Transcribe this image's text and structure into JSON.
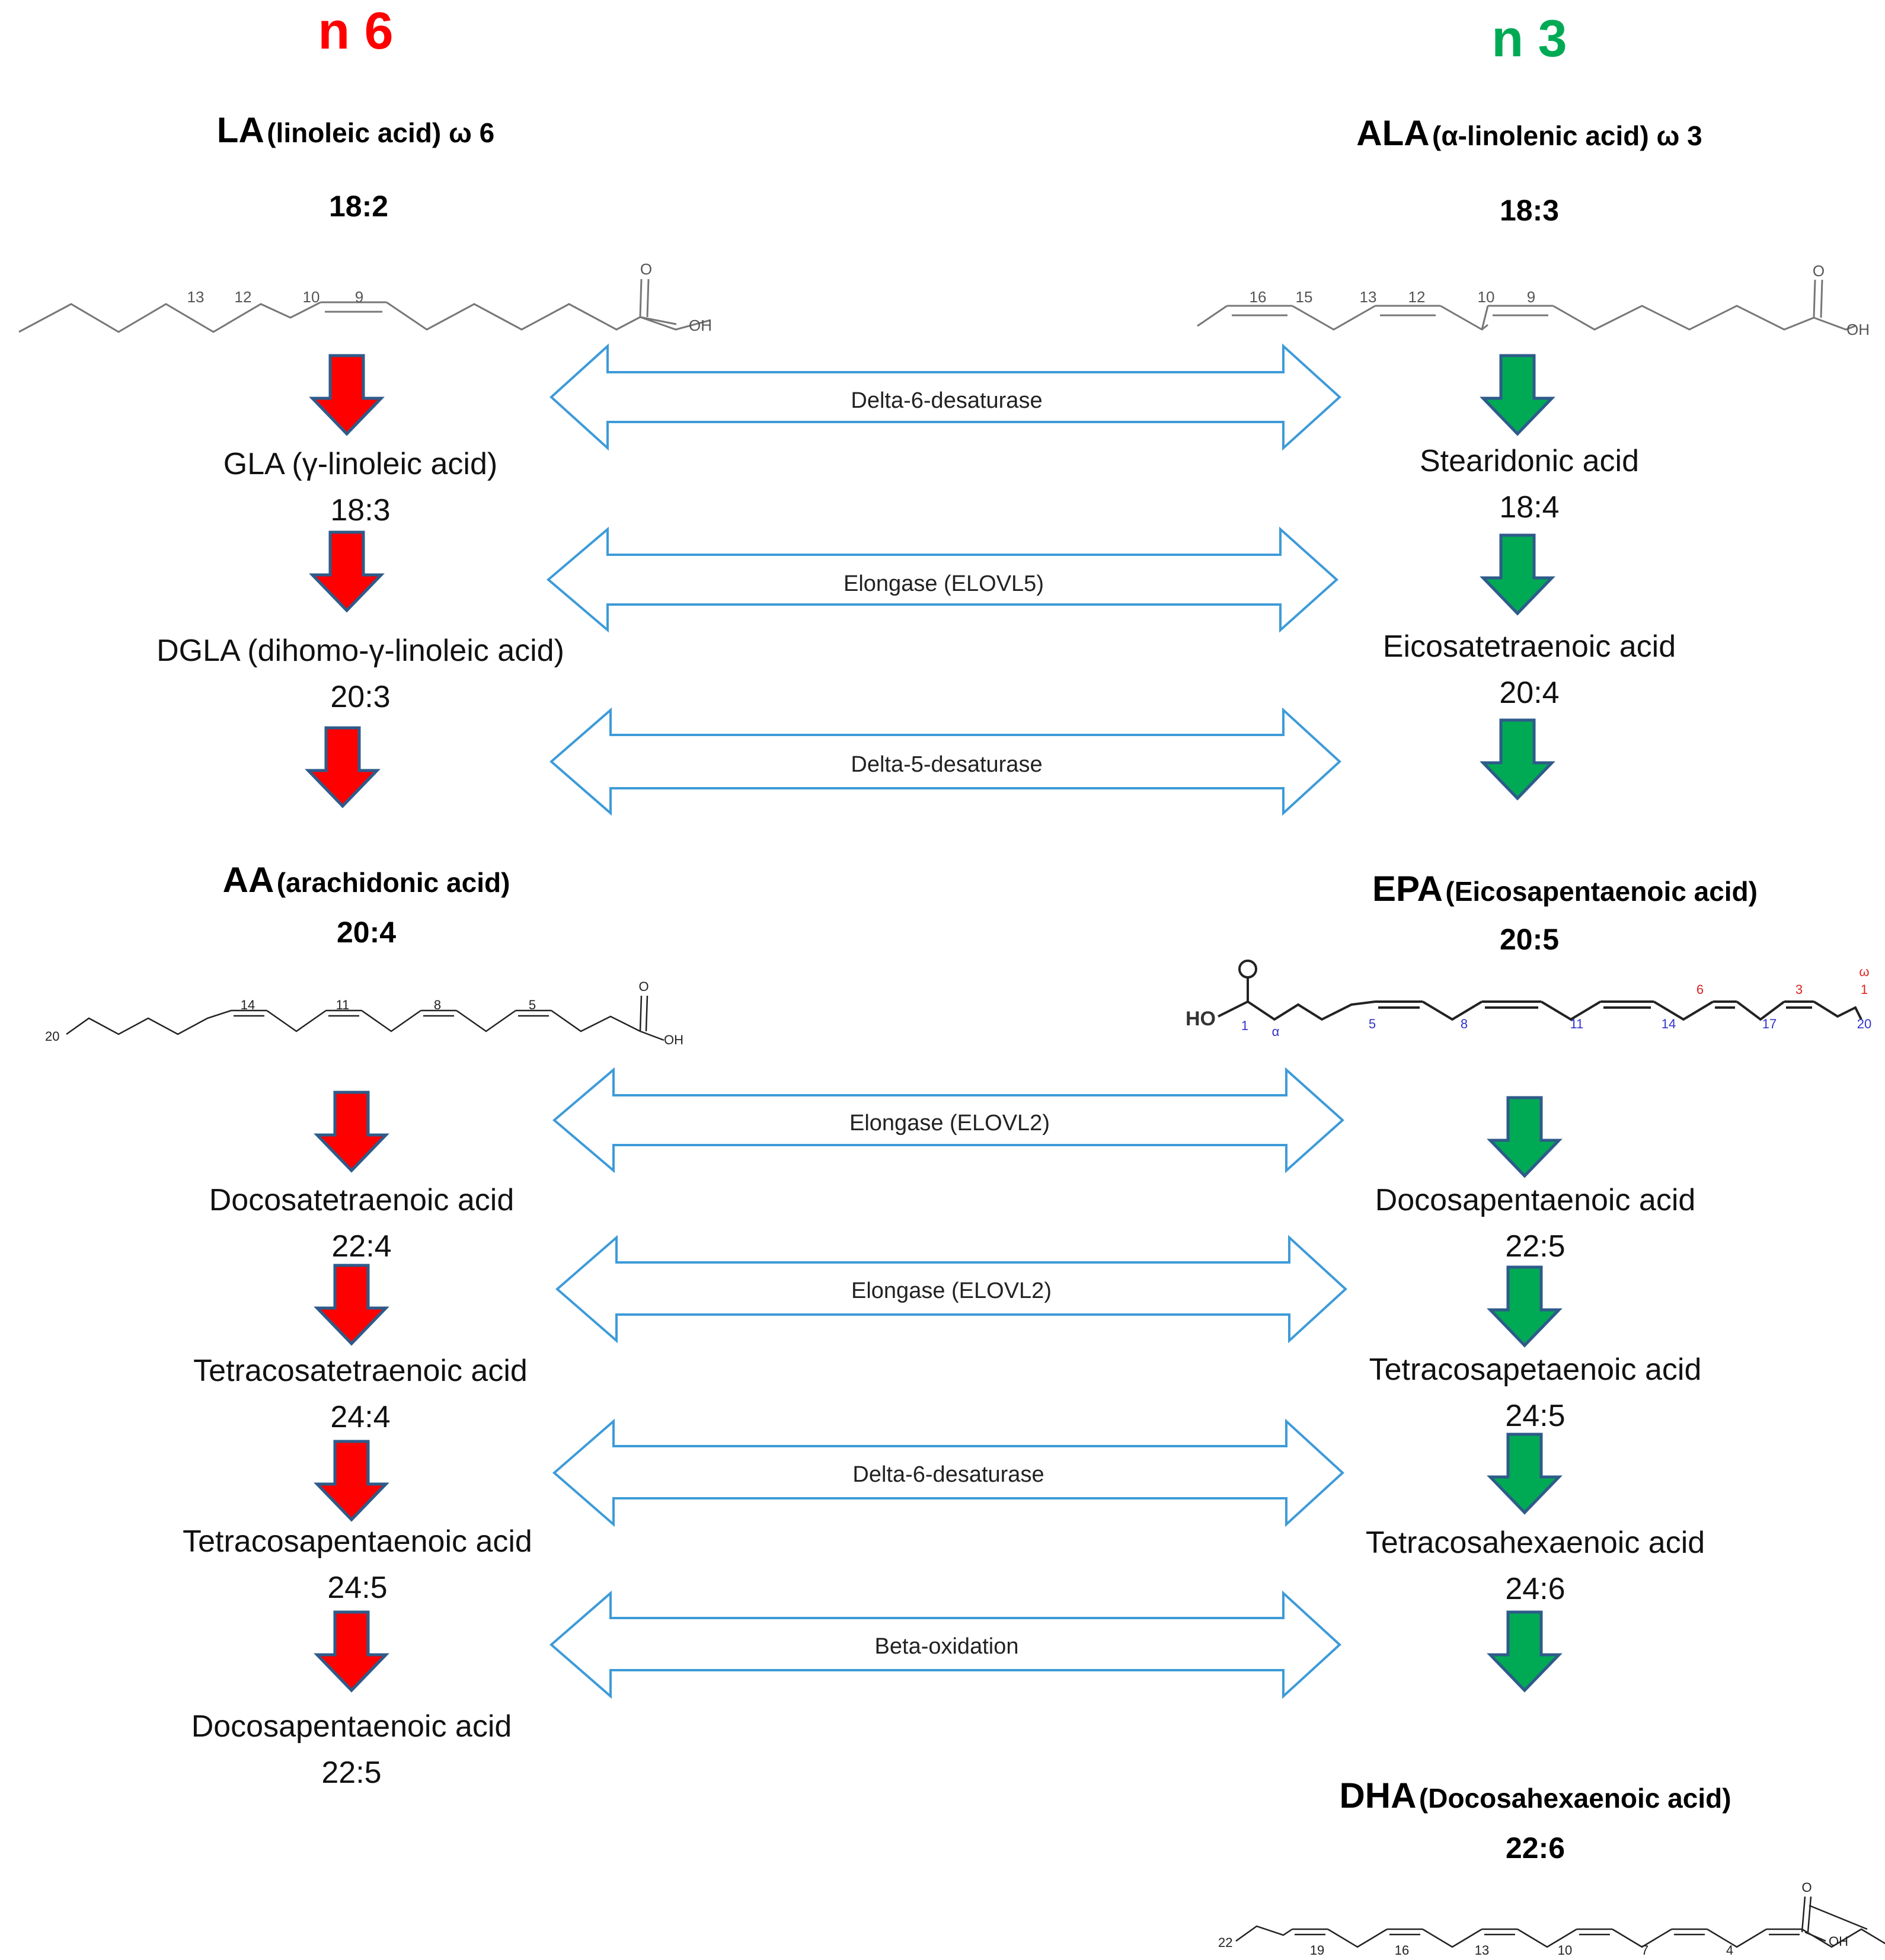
{
  "colors": {
    "n6": "#ff0000",
    "n3": "#00aa55",
    "enzyme_arrow": "#3d9bd8",
    "arrow_outline": "#2e5b8a"
  },
  "columns": {
    "n6_title": "n 6",
    "n3_title": "n 3"
  },
  "n6": {
    "start": {
      "abbr": "LA",
      "name": "(linoleic acid) ω 6",
      "ratio": "18:2"
    },
    "steps": [
      {
        "name": "GLA (γ-linoleic acid)",
        "ratio": "18:3"
      },
      {
        "name": "DGLA (dihomo-γ-linoleic acid)",
        "ratio": "20:3"
      }
    ],
    "aa": {
      "abbr": "AA",
      "name": "(arachidonic acid)",
      "ratio": "20:4"
    },
    "steps2": [
      {
        "name": "Docosatetraenoic acid",
        "ratio": "22:4"
      },
      {
        "name": "Tetracosatetraenoic acid",
        "ratio": "24:4"
      },
      {
        "name": "Tetracosapentaenoic acid",
        "ratio": "24:5"
      },
      {
        "name": "Docosapentaenoic acid",
        "ratio": "22:5"
      }
    ]
  },
  "n3": {
    "start": {
      "abbr": "ALA",
      "name": "(α-linolenic acid) ω 3",
      "ratio": "18:3"
    },
    "steps": [
      {
        "name": "Stearidonic acid",
        "ratio": "18:4"
      },
      {
        "name": "Eicosatetraenoic acid",
        "ratio": "20:4"
      }
    ],
    "epa": {
      "abbr": "EPA",
      "name": "(Eicosapentaenoic acid)",
      "ratio": "20:5"
    },
    "steps2": [
      {
        "name": "Docosapentaenoic acid",
        "ratio": "22:5"
      },
      {
        "name": "Tetracosapetaenoic acid",
        "ratio": "24:5"
      },
      {
        "name": "Tetracosahexaenoic acid",
        "ratio": "24:6"
      }
    ],
    "dha": {
      "abbr": "DHA",
      "name": "(Docosahexaenoic acid)",
      "ratio": "22:6"
    }
  },
  "enzymes": [
    "Delta-6-desaturase",
    "Elongase (ELOVL5)",
    "Delta-5-desaturase",
    "Elongase (ELOVL2)",
    "Elongase (ELOVL2)",
    "Delta-6-desaturase",
    "Beta-oxidation"
  ],
  "structures": {
    "la_numbers": [
      "13",
      "12",
      "10",
      "9"
    ],
    "ala_numbers": [
      "16",
      "15",
      "13",
      "12",
      "10",
      "9"
    ],
    "aa_numbers": [
      "20",
      "14",
      "11",
      "8",
      "5"
    ],
    "epa_blue": [
      "1",
      "α",
      "5",
      "8",
      "11",
      "14",
      "17",
      "20"
    ],
    "epa_red": [
      "6",
      "3",
      "1",
      "ω"
    ],
    "dha_numbers": [
      "22",
      "19",
      "16",
      "13",
      "10",
      "7",
      "4"
    ],
    "oxygen": "O",
    "hydroxyl": "OH",
    "epa_hydroxyl": "HO"
  }
}
